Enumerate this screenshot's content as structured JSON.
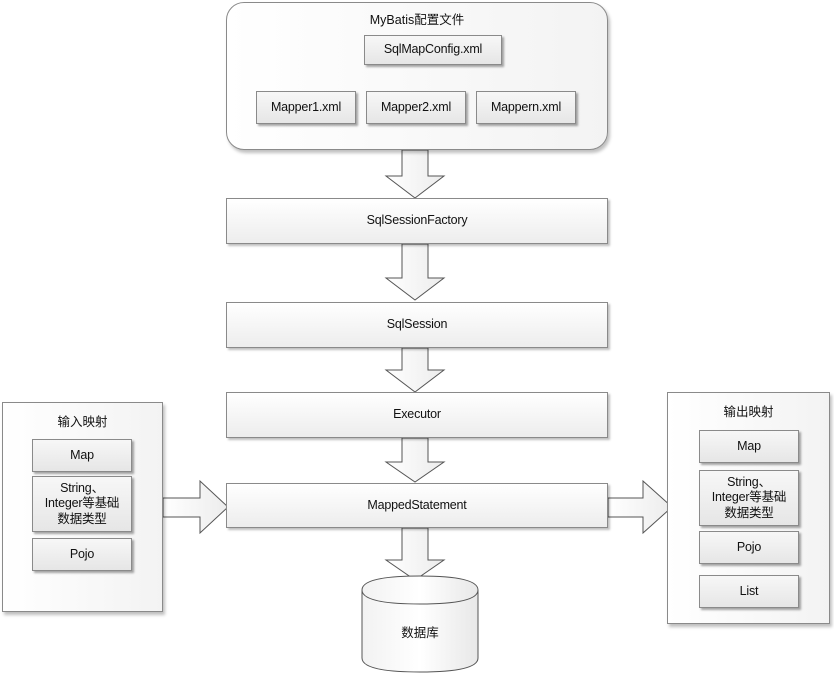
{
  "config": {
    "title": "MyBatis配置文件",
    "main_file": "SqlMapConfig.xml",
    "mappers": [
      "Mapper1.xml",
      "Mapper2.xml",
      "Mappern.xml"
    ]
  },
  "flow": {
    "factory": "SqlSessionFactory",
    "session": "SqlSession",
    "executor": "Executor",
    "mapped_statement": "MappedStatement",
    "database": "数据库"
  },
  "input_mapping": {
    "title": "输入映射",
    "items": [
      "Map",
      "String、\nInteger等基础\n数据类型",
      "Pojo"
    ]
  },
  "output_mapping": {
    "title": "输出映射",
    "items": [
      "Map",
      "String、\nInteger等基础\n数据类型",
      "Pojo",
      "List"
    ]
  }
}
